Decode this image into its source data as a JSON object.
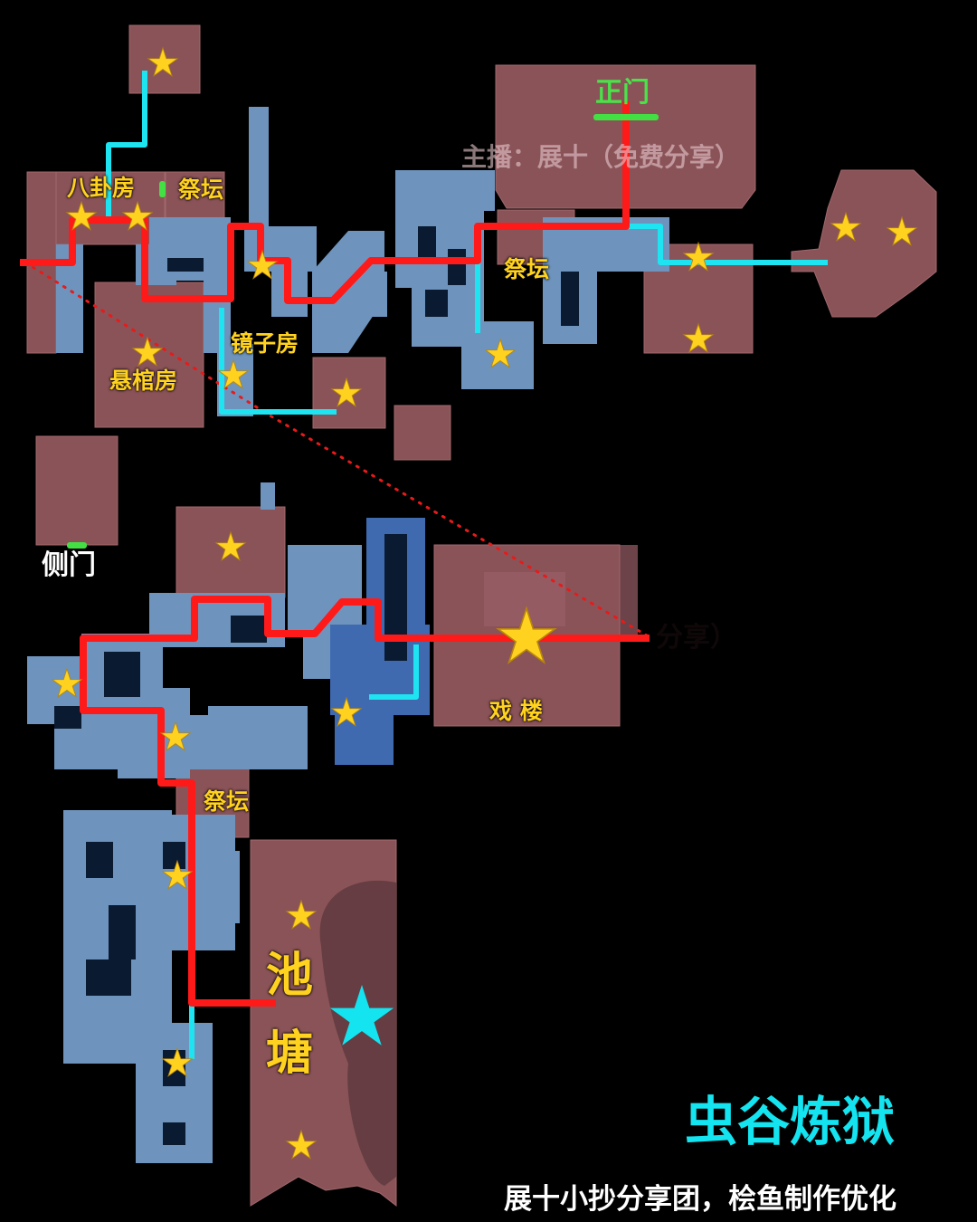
{
  "map": {
    "title": "虫谷炼狱",
    "credit": "展十小抄分享团，桧鱼制作优化",
    "watermark": "主播：展十（免费分享）",
    "watermark_partial": "分享）",
    "colors": {
      "background": "#000000",
      "room": "#8a5358",
      "corridor": "#6e94bd",
      "corridor_dark": "#3f6ab0",
      "route_main": "#ff1a1a",
      "route_branch": "#1ee4f2",
      "entrance": "#43e043",
      "star": "#ffd21f",
      "star_special": "#13e4f0"
    },
    "labels": {
      "main_gate": "正门",
      "bagua_room": "八卦房",
      "altar_1": "祭坛",
      "altar_2": "祭坛",
      "altar_3": "祭坛",
      "mirror_room": "镜子房",
      "coffin_room": "悬棺房",
      "side_gate": "侧门",
      "opera_tower": "戏 楼",
      "pond_1": "池",
      "pond_2": "塘"
    },
    "icons": {
      "star": "star-icon",
      "special_star": "cyan-star-icon",
      "entrance": "entrance-marker-icon"
    }
  }
}
